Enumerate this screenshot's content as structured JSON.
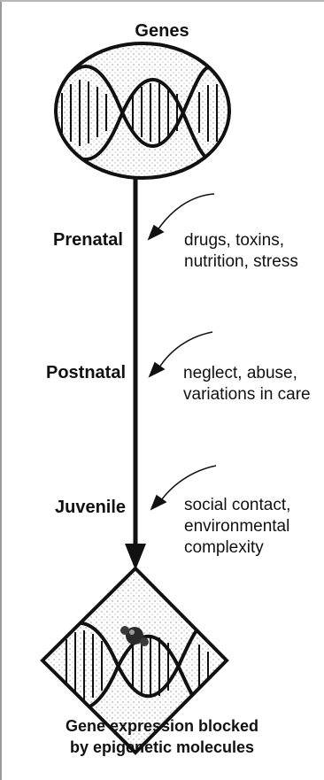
{
  "top_label": "Genes",
  "stages": [
    {
      "label": "Prenatal",
      "factors": "drugs, toxins,\nnutrition, stress"
    },
    {
      "label": "Postnatal",
      "factors": "neglect, abuse,\nvariations in care"
    },
    {
      "label": "Juvenile",
      "factors": "social contact,\nenvironmental\ncomplexity"
    }
  ],
  "bottom_caption_line1": "Gene expression blocked",
  "bottom_caption_line2": "by epigenetic molecules",
  "colors": {
    "ink": "#111111",
    "stipple": "#8c8c8c",
    "frame": "#9a9a9a"
  },
  "icons": [
    "dna-helix-icon",
    "epigenetic-molecule-icon",
    "curved-arrow-icon"
  ]
}
